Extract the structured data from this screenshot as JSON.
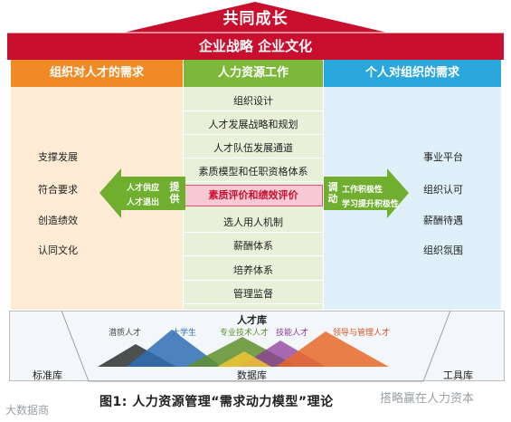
{
  "roof": {
    "title": "共同成长",
    "subtitle": "企业战略  企业文化"
  },
  "columns": {
    "left": {
      "header": "组织对人才的需求",
      "items": [
        "支撑发展",
        "符合要求",
        "创造绩效",
        "认同文化"
      ]
    },
    "center": {
      "header": "人力资源工作",
      "items": [
        "组织设计",
        "人才发展战略和规划",
        "人才队伍发展通道",
        "素质模型和任职资格体系",
        "素质评价和绩效评价",
        "选人用人机制",
        "薪酬体系",
        "培养体系",
        "管理监督"
      ],
      "highlight_index": 4
    },
    "right": {
      "header": "个人对组织的需求",
      "items": [
        "事业平台",
        "组织认可",
        "薪酬待遇",
        "组织氛围"
      ]
    }
  },
  "arrows": {
    "left": {
      "vertical": "提供",
      "lines": [
        "人才供应",
        "人才退出"
      ]
    },
    "right": {
      "vertical": "调动",
      "lines": [
        "工作积极性",
        "学习提升积极性"
      ]
    }
  },
  "bottom": {
    "talent_pool": "人才库",
    "standard_lib": "标准库",
    "database": "数据库",
    "tool_lib": "工具库",
    "peaks": [
      {
        "label": "潜质人才",
        "color": "#4a4a4a"
      },
      {
        "label": "大学生",
        "color": "#2e6fb5"
      },
      {
        "label": "专业技术人才",
        "color": "#5f8f2b"
      },
      {
        "label": "技能人才",
        "color": "#8e3a9c"
      },
      {
        "label": "领导与管理人才",
        "color": "#d2552a"
      }
    ]
  },
  "caption": "图1:  人力资源管理“需求动力模型”理论",
  "watermarks": {
    "left": "大数据商",
    "right": "搭略赢在人力资本"
  },
  "colors": {
    "roof": "#c8102e",
    "orange": "#f08a24",
    "green": "#7cb83a",
    "blue": "#2aa7dc"
  }
}
